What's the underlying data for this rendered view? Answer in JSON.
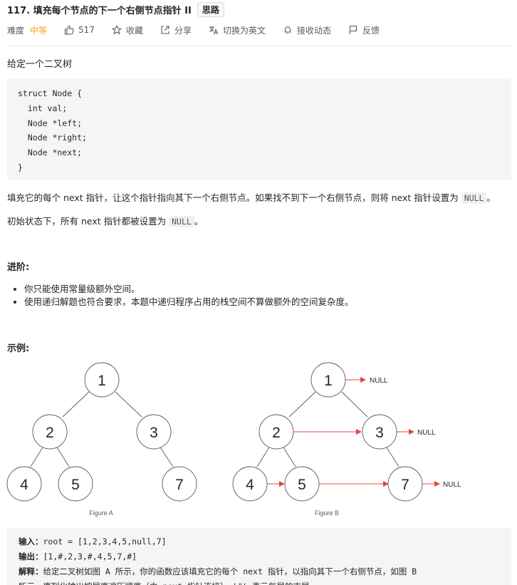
{
  "problem": {
    "number_title": "117. 填充每个节点的下一个右侧节点指针 II",
    "tag": "思路"
  },
  "meta": {
    "difficulty_label": "难度",
    "difficulty_value": "中等",
    "likes": "517",
    "favorite": "收藏",
    "share": "分享",
    "translate": "切换为英文",
    "notify": "接收动态",
    "feedback": "反馈"
  },
  "description": {
    "intro": "给定一个二叉树",
    "code": "struct Node {\n  int val;\n  Node *left;\n  Node *right;\n  Node *next;\n}",
    "p1_before": "填充它的每个 next 指针，让这个指针指向其下一个右侧节点。如果找不到下一个右侧节点，则将 next 指针设置为 ",
    "p1_code": "NULL",
    "p1_after": "。",
    "p2_before": "初始状态下，所有 next 指针都被设置为 ",
    "p2_code": "NULL",
    "p2_after": "。"
  },
  "advanced": {
    "heading": "进阶:",
    "items": [
      "你只能使用常量级额外空间。",
      "使用递归解题也符合要求，本题中递归程序占用的栈空间不算做额外的空间复杂度。"
    ]
  },
  "example": {
    "heading": "示例:",
    "figure_a_caption": "Figure A",
    "figure_b_caption": "Figure B",
    "null_label": "NULL",
    "nodes": [
      "1",
      "2",
      "3",
      "4",
      "5",
      "7"
    ],
    "input_label": "输入：",
    "input_value": "root = [1,2,3,4,5,null,7]",
    "output_label": "输出：",
    "output_value": "[1,#,2,3,#,4,5,7,#]",
    "explain_label": "解释：",
    "explain_value": "给定二叉树如图 A 所示，你的函数应该填充它的每个 next 指针，以指向其下一个右侧节点，如图 B",
    "explain_value_2": "所示。序列化输出按层序遍历顺序（由 next 指针连接），'#' 表示每层的末尾。"
  },
  "colors": {
    "accent": "#ffa116",
    "arrow": "#e8423f"
  }
}
